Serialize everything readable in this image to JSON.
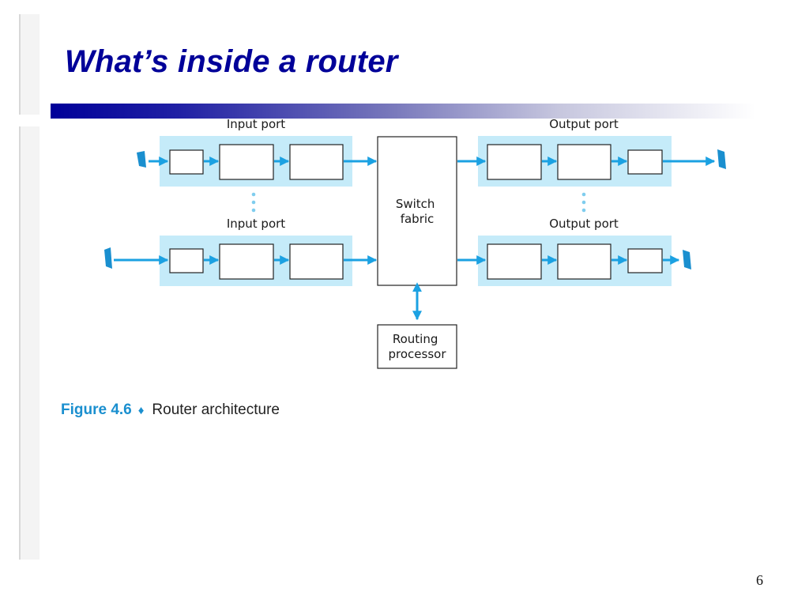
{
  "slide": {
    "title": "What’s inside a router",
    "page_number": "6"
  },
  "diagram": {
    "input_port_label": "Input port",
    "output_port_label": "Output port",
    "switch_fabric": [
      "Switch",
      "fabric"
    ],
    "routing_processor": [
      "Routing",
      "processor"
    ],
    "colors": {
      "port_fill": "#c5ebf9",
      "arrow": "#1ba1e2",
      "link_end": "#1a8fcf",
      "box_stroke": "#222222"
    }
  },
  "caption": {
    "label": "Figure 4.6",
    "separator": "♦",
    "text": "Router architecture"
  }
}
